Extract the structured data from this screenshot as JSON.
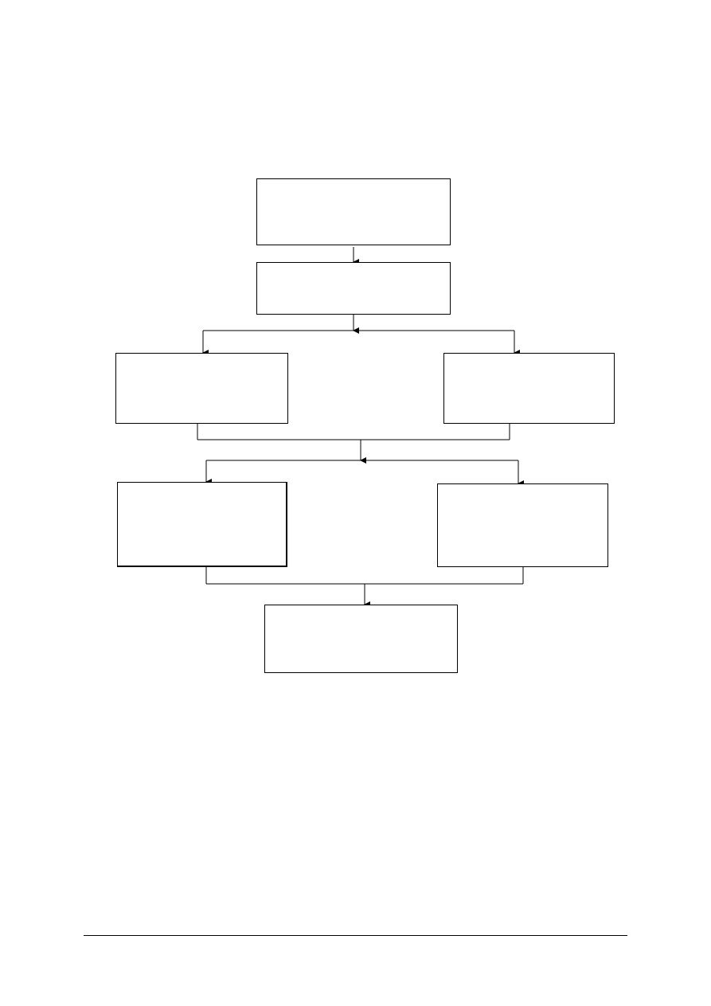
{
  "diagram": {
    "boxes": [
      {
        "id": "b1",
        "text": ""
      },
      {
        "id": "b2",
        "text": ""
      },
      {
        "id": "b3",
        "text": ""
      },
      {
        "id": "b4",
        "text": ""
      },
      {
        "id": "b5",
        "text": ""
      },
      {
        "id": "b6",
        "text": ""
      },
      {
        "id": "b7",
        "text": ""
      }
    ],
    "edges": [
      {
        "from": "b1",
        "to": "b2"
      },
      {
        "from": "b2",
        "to": "b3"
      },
      {
        "from": "b2",
        "to": "b4"
      },
      {
        "from": "b3",
        "to": "b5"
      },
      {
        "from": "b3",
        "to": "b6"
      },
      {
        "from": "b4",
        "to": "b5"
      },
      {
        "from": "b4",
        "to": "b6"
      },
      {
        "from": "b5",
        "to": "b7"
      },
      {
        "from": "b6",
        "to": "b7"
      }
    ],
    "line_color": "#000000"
  }
}
